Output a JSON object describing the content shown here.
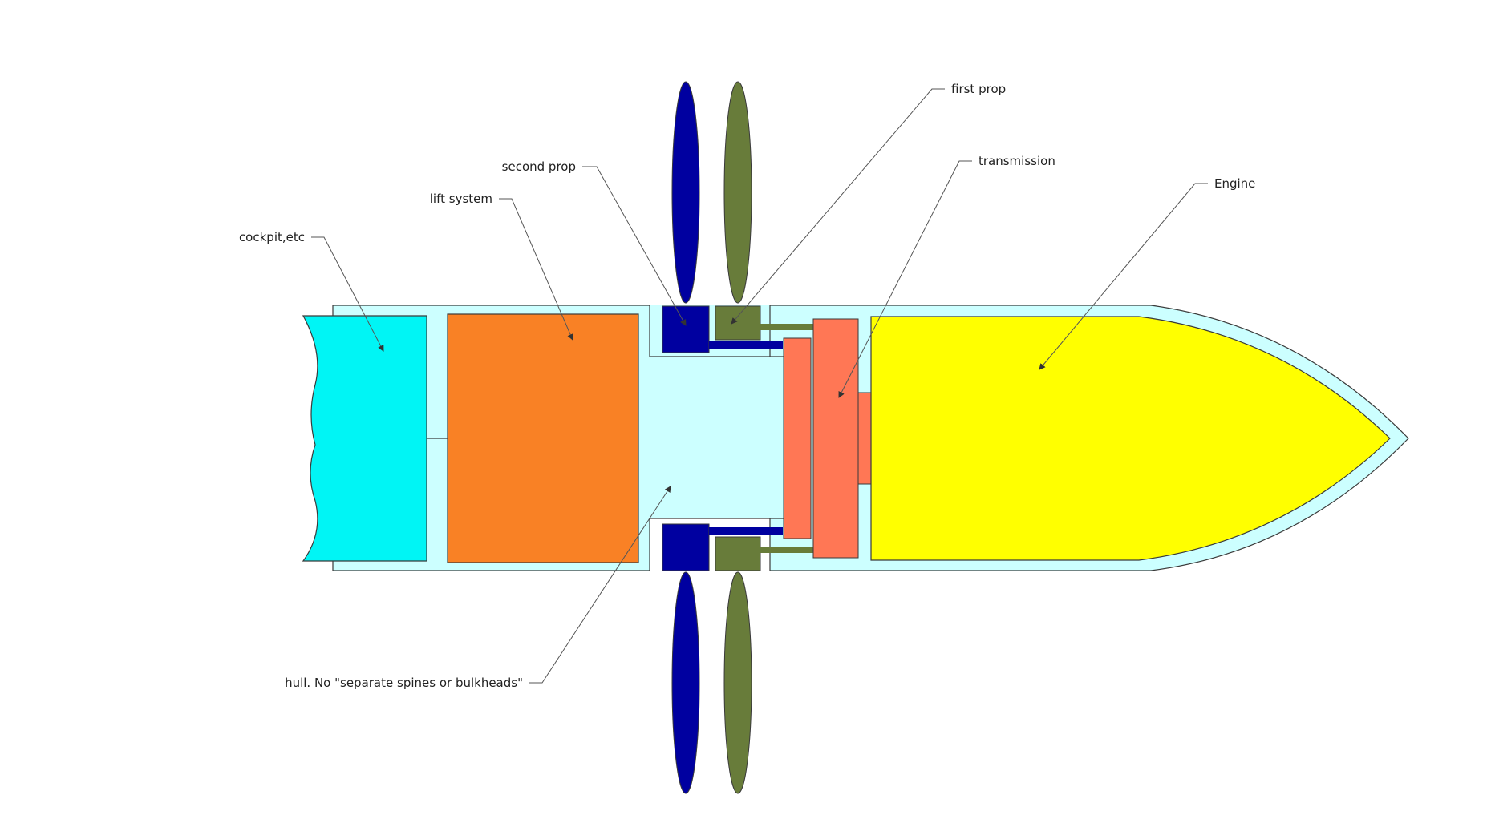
{
  "labels": {
    "first_prop": "first prop",
    "transmission": "transmission",
    "engine": "Engine",
    "second_prop": "second prop",
    "lift_system": "lift system",
    "cockpit": "cockpit,etc",
    "hull": "hull. No \"separate spines or bulkheads\""
  },
  "colors": {
    "hull": "#ccffff",
    "cockpit": "#00f5f5",
    "lift_system": "#f98125",
    "second_prop": "#0000a0",
    "first_prop": "#687c3a",
    "transmission": "#ff7755",
    "engine": "#ffff00",
    "outline": "#3a3a3a",
    "leader": "#555555"
  }
}
